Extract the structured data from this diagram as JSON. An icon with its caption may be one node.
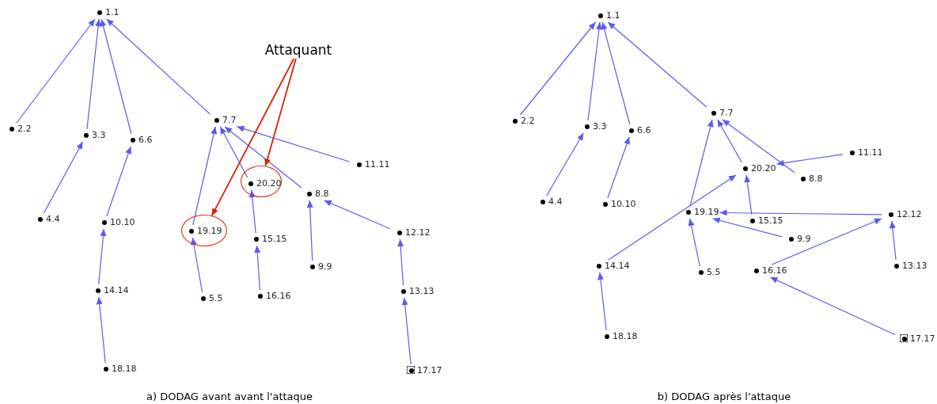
{
  "diagram": {
    "nodes": [
      {
        "text": [
          "1.1"
        ]
      },
      {
        "text": [
          "2.2"
        ]
      },
      {
        "text": [
          "3.3"
        ]
      },
      {
        "text": [
          "6.6"
        ]
      },
      {
        "text": [
          "7.7"
        ]
      },
      {
        "text": [
          "4.4"
        ]
      },
      {
        "text": [
          "10.10"
        ]
      },
      {
        "text": [
          "14.14"
        ]
      },
      {
        "text": [
          "18.18"
        ]
      },
      {
        "text": [],
        "shape": "circle"
      },
      {
        "text": [
          "19.19"
        ],
        "in": 9
      },
      {
        "text": [
          "5.5"
        ]
      },
      {
        "text": [],
        "shape": "circle"
      },
      {
        "text": [
          "20.20"
        ],
        "in": 12
      },
      {
        "text": [
          "15.15"
        ]
      },
      {
        "text": [
          "16.16"
        ]
      },
      {
        "text": [
          "8.8"
        ]
      },
      {
        "text": [
          "9.9"
        ]
      },
      {
        "text": [
          "11.11"
        ]
      },
      {
        "text": [
          "12.12"
        ]
      },
      {
        "text": [
          "13.13"
        ]
      },
      {
        "text": [
          "17.17"
        ]
      },
      {
        "text": [
          "Attaquant"
        ]
      },
      {
        "text": [
          "1.1"
        ]
      },
      {
        "text": [
          "2.2"
        ]
      },
      {
        "text": [
          "3.3"
        ]
      },
      {
        "text": [
          "6.6"
        ]
      },
      {
        "text": [
          "7.7"
        ]
      },
      {
        "text": [
          "4.4"
        ]
      },
      {
        "text": [
          "10.10"
        ]
      },
      {
        "text": [
          "20.20"
        ]
      },
      {
        "text": [
          "8.8"
        ]
      },
      {
        "text": [
          "11.11"
        ]
      },
      {
        "text": [
          "19.19"
        ]
      },
      {
        "text": [
          "15.15"
        ]
      },
      {
        "text": [
          "12.12"
        ]
      },
      {
        "text": [
          "9.9"
        ]
      },
      {
        "text": [
          "14.14"
        ]
      },
      {
        "text": [
          "5.5"
        ]
      },
      {
        "text": [
          "16.16"
        ]
      },
      {
        "text": [
          "13.13"
        ]
      },
      {
        "text": [
          "18.18"
        ]
      },
      {
        "text": [
          "17.17"
        ]
      }
    ],
    "edges": [
      {
        "from": 1,
        "to": 0,
        "arrow": "to"
      },
      {
        "from": 2,
        "to": 0,
        "arrow": "to"
      },
      {
        "from": 3,
        "to": 0,
        "arrow": "to"
      },
      {
        "from": 4,
        "to": 0,
        "arrow": "to"
      },
      {
        "from": 5,
        "to": 2,
        "arrow": "to"
      },
      {
        "from": 6,
        "to": 3,
        "arrow": "to"
      },
      {
        "from": 7,
        "to": 6,
        "arrow": "to"
      },
      {
        "from": 8,
        "to": 7,
        "arrow": "to"
      },
      {
        "from": 10,
        "to": 4,
        "arrow": "to"
      },
      {
        "from": 11,
        "to": 10,
        "arrow": "to"
      },
      {
        "from": 13,
        "to": 4,
        "arrow": "to"
      },
      {
        "from": 14,
        "to": 13,
        "arrow": "to"
      },
      {
        "from": 15,
        "to": 14,
        "arrow": "to"
      },
      {
        "from": 16,
        "to": 4,
        "arrow": "to"
      },
      {
        "from": 18,
        "to": 4,
        "arrow": "to"
      },
      {
        "from": 17,
        "to": 16,
        "arrow": "to"
      },
      {
        "from": 19,
        "to": 16,
        "arrow": "to"
      },
      {
        "from": 20,
        "to": 19,
        "arrow": "to"
      },
      {
        "from": 21,
        "to": 20,
        "arrow": "to"
      },
      {
        "from": 22,
        "to": 9,
        "arrow": "to",
        "color": "#dd2200"
      },
      {
        "from": 22,
        "to": 12,
        "arrow": "to",
        "color": "#dd2200"
      },
      {
        "from": 24,
        "to": 23,
        "arrow": "to"
      },
      {
        "from": 25,
        "to": 23,
        "arrow": "to"
      },
      {
        "from": 26,
        "to": 23,
        "arrow": "to"
      },
      {
        "from": 27,
        "to": 23,
        "arrow": "to"
      },
      {
        "from": 28,
        "to": 25,
        "arrow": "to"
      },
      {
        "from": 29,
        "to": 26,
        "arrow": "to"
      },
      {
        "from": 33,
        "to": 27,
        "arrow": "to"
      },
      {
        "from": 30,
        "to": 27,
        "arrow": "to"
      },
      {
        "from": 31,
        "to": 27,
        "arrow": "to"
      },
      {
        "from": 32,
        "to": 30,
        "arrow": "to"
      },
      {
        "from": 34,
        "to": 30,
        "arrow": "to"
      },
      {
        "from": 37,
        "to": 30,
        "arrow": "to"
      },
      {
        "from": 35,
        "to": 33,
        "arrow": "to"
      },
      {
        "from": 36,
        "to": 33,
        "arrow": "to"
      },
      {
        "from": 38,
        "to": 33,
        "arrow": "to"
      },
      {
        "from": 39,
        "to": 35,
        "arrow": "to"
      },
      {
        "from": 40,
        "to": 35,
        "arrow": "to"
      },
      {
        "from": 41,
        "to": 37,
        "arrow": "to"
      },
      {
        "from": 42,
        "to": 39,
        "arrow": "to"
      }
    ],
    "labels": [
      "a) DODAG avant avant l'attaque",
      "b) DODAG après l'attaque"
    ]
  }
}
